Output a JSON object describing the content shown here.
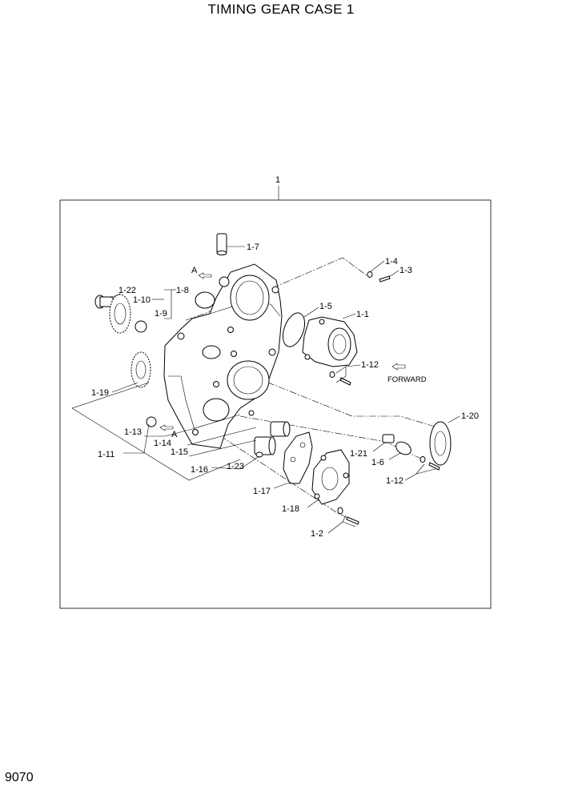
{
  "title": "TIMING GEAR CASE 1",
  "page_number": "9070",
  "assembly_label": "1",
  "forward_label": "FORWARD",
  "view_marker": "A",
  "callouts": {
    "c1_7": "1-7",
    "c1_4": "1-4",
    "c1_3": "1-3",
    "c1_22": "1-22",
    "c1_8": "1-8",
    "c1_10": "1-10",
    "c1_9": "1-9",
    "c1_5": "1-5",
    "c1_1": "1-1",
    "c1_12a": "1-12",
    "c1_19": "1-19",
    "c1_20": "1-20",
    "c1_13": "1-13",
    "c1_14": "1-14",
    "c1_15": "1-15",
    "c1_11": "1-11",
    "c1_16": "1-16",
    "c1_23": "1-23",
    "c1_21": "1-21",
    "c1_6": "1-6",
    "c1_12b": "1-12",
    "c1_17": "1-17",
    "c1_18": "1-18",
    "c1_2": "1-2"
  }
}
